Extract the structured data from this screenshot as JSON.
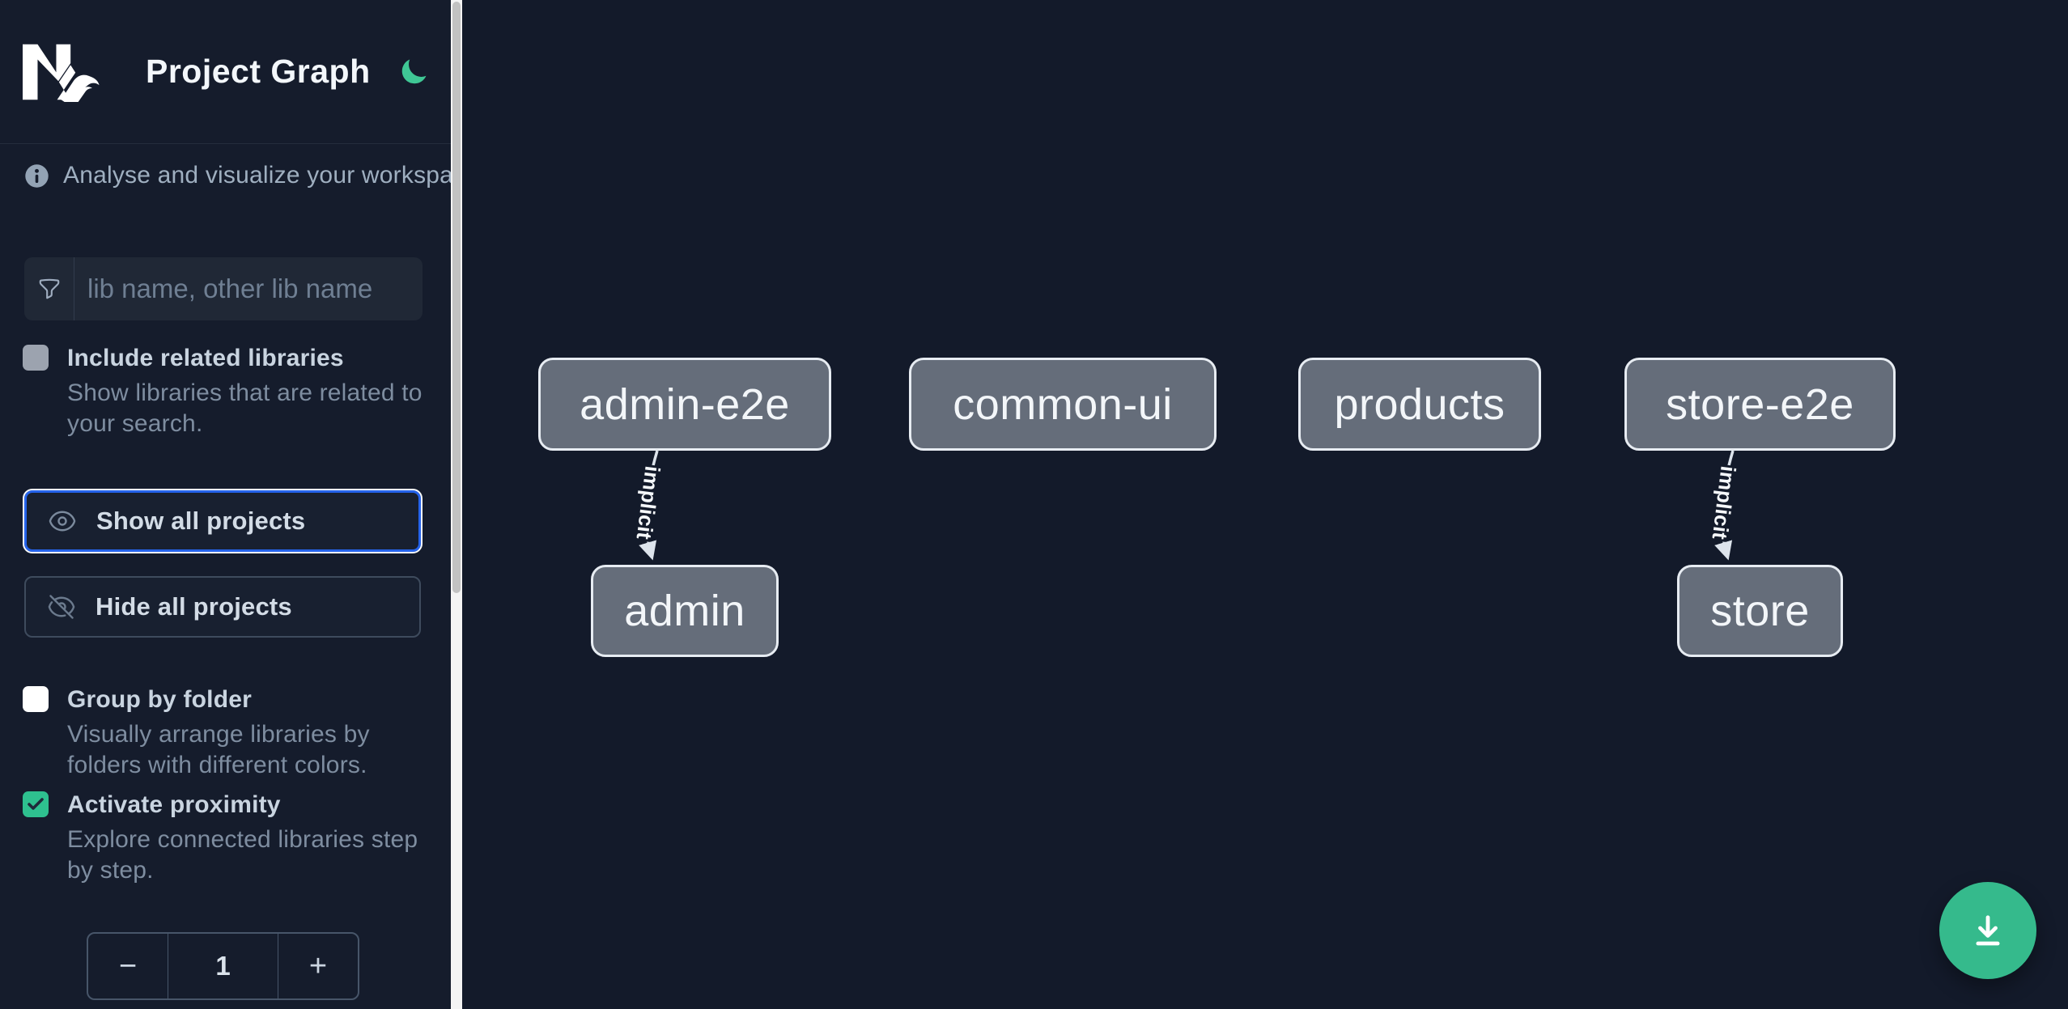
{
  "header": {
    "title": "Project Graph",
    "logo": "nx-logo",
    "theme_toggle_icon": "moon-icon"
  },
  "sidebar": {
    "tagline": "Analyse and visualize your workspace.",
    "search": {
      "icon": "funnel-icon",
      "placeholder": "lib name, other lib name",
      "value": ""
    },
    "include_related": {
      "label": "Include related libraries",
      "desc_line1": "Show libraries that are related to",
      "desc_line2": "your search.",
      "checked": false
    },
    "show_all_label": "Show all projects",
    "hide_all_label": "Hide all projects",
    "group_by_folder": {
      "label": "Group by folder",
      "desc_line1": "Visually arrange libraries by",
      "desc_line2": "folders with different colors.",
      "checked": false
    },
    "activate_proximity": {
      "label": "Activate proximity",
      "desc_line1": "Explore connected libraries step",
      "desc_line2": "by step.",
      "checked": true
    },
    "stepper": {
      "decrement": "−",
      "value": "1",
      "increment": "+"
    }
  },
  "graph": {
    "nodes": [
      {
        "id": "admin-e2e",
        "label": "admin-e2e"
      },
      {
        "id": "common-ui",
        "label": "common-ui"
      },
      {
        "id": "products",
        "label": "products"
      },
      {
        "id": "store-e2e",
        "label": "store-e2e"
      },
      {
        "id": "admin",
        "label": "admin"
      },
      {
        "id": "store",
        "label": "store"
      }
    ],
    "edges": [
      {
        "source": "admin-e2e",
        "target": "admin",
        "label": "implicit"
      },
      {
        "source": "store-e2e",
        "target": "store",
        "label": "implicit"
      }
    ]
  },
  "fab": {
    "icon": "download-icon"
  },
  "icons": {
    "info": "info-icon",
    "filter": "funnel-icon",
    "show": "eye-icon",
    "hide": "eye-off-icon",
    "check": "checkmark-icon"
  },
  "colors": {
    "sidebar_bg": "#151c2c",
    "canvas_bg": "#131a2a",
    "accent_green": "#35ba8c",
    "focus_blue": "#2563eb",
    "node_fill": "#656d7a",
    "node_border": "#e7ecf2",
    "edge": "#dde4ec"
  }
}
